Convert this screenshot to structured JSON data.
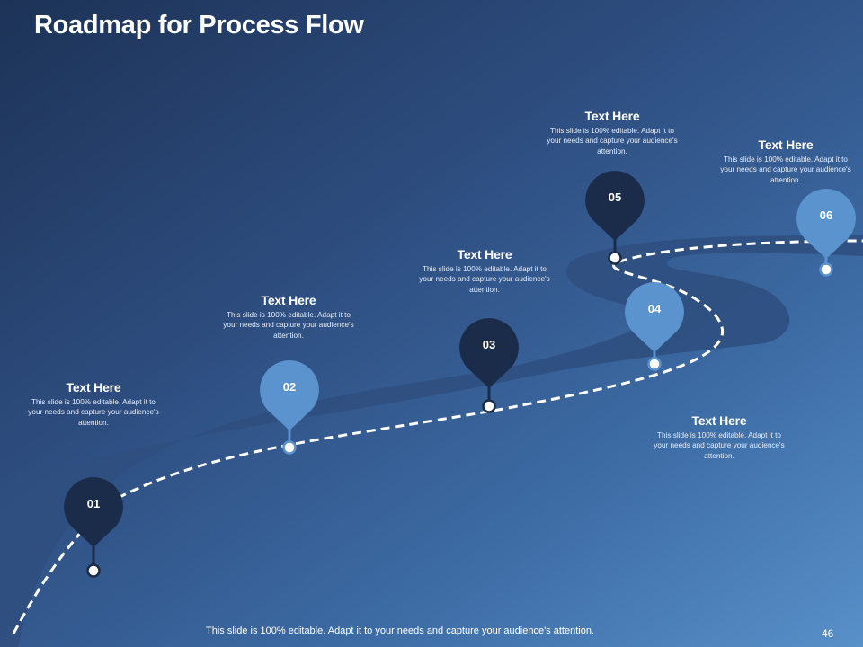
{
  "slide": {
    "title": "Roadmap for Process Flow",
    "footer_text": "This slide is 100% editable. Adapt it to your needs and capture your audience's attention.",
    "page_number": "46",
    "colors": {
      "road": "#2f4f7f",
      "dark_pin": "#1b2c4a",
      "light_pin": "#5b93cf",
      "dash": "#ffffff"
    }
  },
  "steps": [
    {
      "number": "01",
      "heading": "Text Here",
      "body": "This slide is 100% editable. Adapt it to your needs and capture your audience's attention.",
      "pin_style": "dark"
    },
    {
      "number": "02",
      "heading": "Text Here",
      "body": "This slide is 100% editable. Adapt it to your needs and capture your audience's attention.",
      "pin_style": "light"
    },
    {
      "number": "03",
      "heading": "Text Here",
      "body": "This slide is 100% editable. Adapt it to your needs and capture your audience's attention.",
      "pin_style": "dark"
    },
    {
      "number": "04",
      "heading": "Text Here",
      "body": "This slide is 100% editable. Adapt it to your needs and capture your audience's attention.",
      "pin_style": "light"
    },
    {
      "number": "05",
      "heading": "Text Here",
      "body": "This slide is 100% editable. Adapt it to your needs and capture your audience's attention.",
      "pin_style": "dark"
    },
    {
      "number": "06",
      "heading": "Text Here",
      "body": "This slide is 100% editable. Adapt it to your needs and capture your audience's attention.",
      "pin_style": "light"
    }
  ]
}
